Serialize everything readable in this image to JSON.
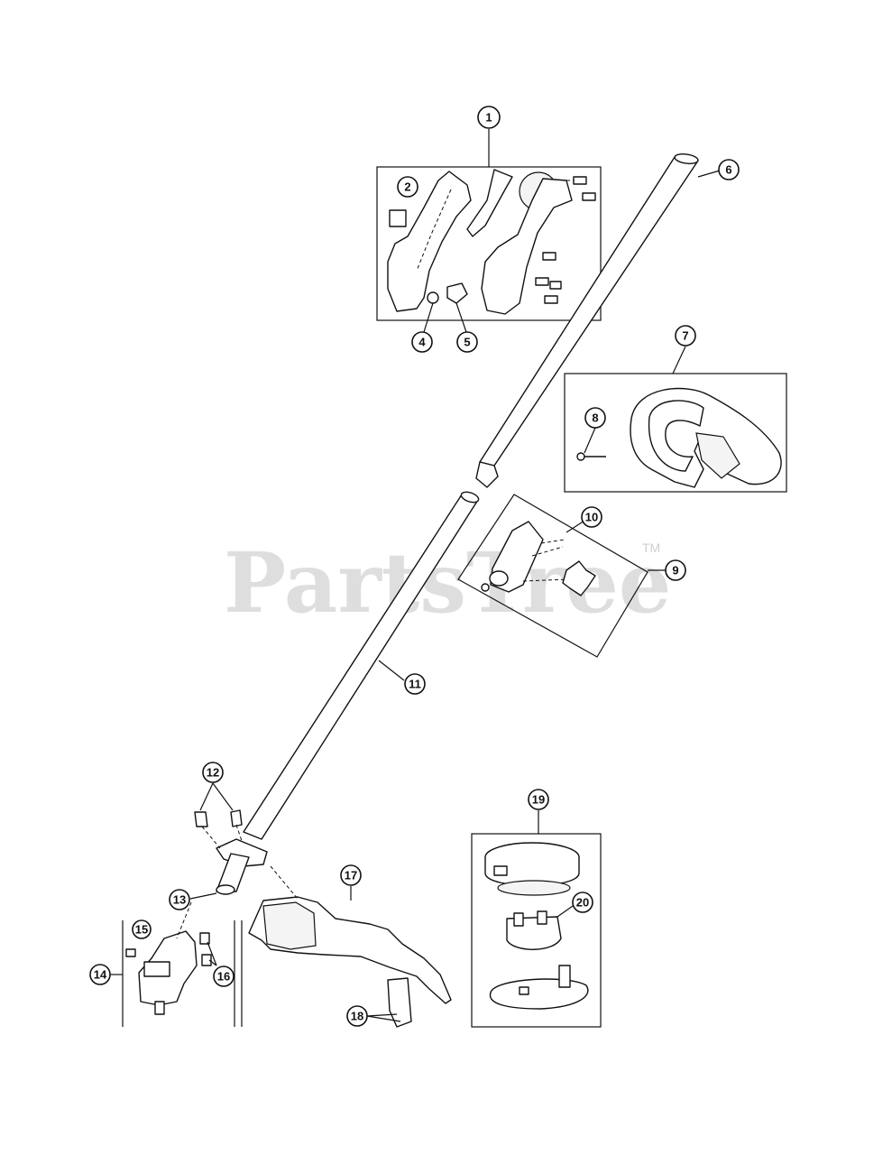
{
  "watermark": {
    "text": "PartsTree",
    "tm": "TM"
  },
  "callouts": {
    "c1": "1",
    "c2": "2",
    "c4": "4",
    "c5": "5",
    "c6": "6",
    "c7": "7",
    "c8": "8",
    "c9": "9",
    "c10": "10",
    "c11": "11",
    "c12": "12",
    "c13": "13",
    "c14": "14",
    "c15": "15",
    "c16": "16",
    "c17": "17",
    "c18": "18",
    "c19": "19",
    "c20": "20"
  },
  "colors": {
    "line": "#111111",
    "watermark": "#d9d9d9",
    "background": "#ffffff"
  }
}
